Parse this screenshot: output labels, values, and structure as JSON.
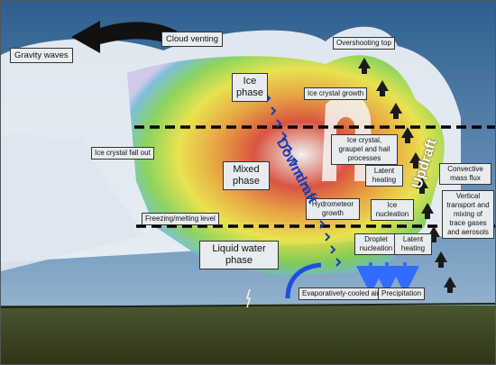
{
  "title": "",
  "labels": {
    "gravity_waves": "Gravity waves",
    "cloud_venting": "Cloud venting",
    "overshooting_top": "Overshooting top",
    "ice_phase": "Ice phase",
    "ice_crystal_growth": "Ice crystal growth",
    "ice_crystal_fall_out": "Ice crystal fall out",
    "ice_crystal_graupel": "Ice crystal, graupel and hail processes",
    "mixed_phase": "Mixed phase",
    "latent_heating_upper": "Latent heating",
    "convective_mass_flux": "Convective mass flux",
    "hydrometeor_growth": "Hydrometeor growth",
    "ice_nucleation": "Ice nucleation",
    "vertical_transport": "Vertical transport and mixing of trace gases and aerosols",
    "freezing_melting_level": "Freezing/melting level",
    "droplet_nucleation": "Droplet nucleation",
    "latent_heating_lower": "Latent heating",
    "liquid_water_phase": "Liquid water phase",
    "evaporatively_cooled_air": "Evaporatively-cooled air",
    "precipitation": "Precipitation",
    "downdraft": "Downdraft",
    "updraft": "Updraft"
  },
  "colors": {
    "sky_top": "#3d6f9c",
    "sky_bottom": "#8fb2cf",
    "ground": "#3f4a25",
    "downdraft_arrow": "#1a3db0",
    "updraft_arrow": "#1a1a1a",
    "precip_arrow": "#2f6cff",
    "phase_line": "#000000"
  }
}
